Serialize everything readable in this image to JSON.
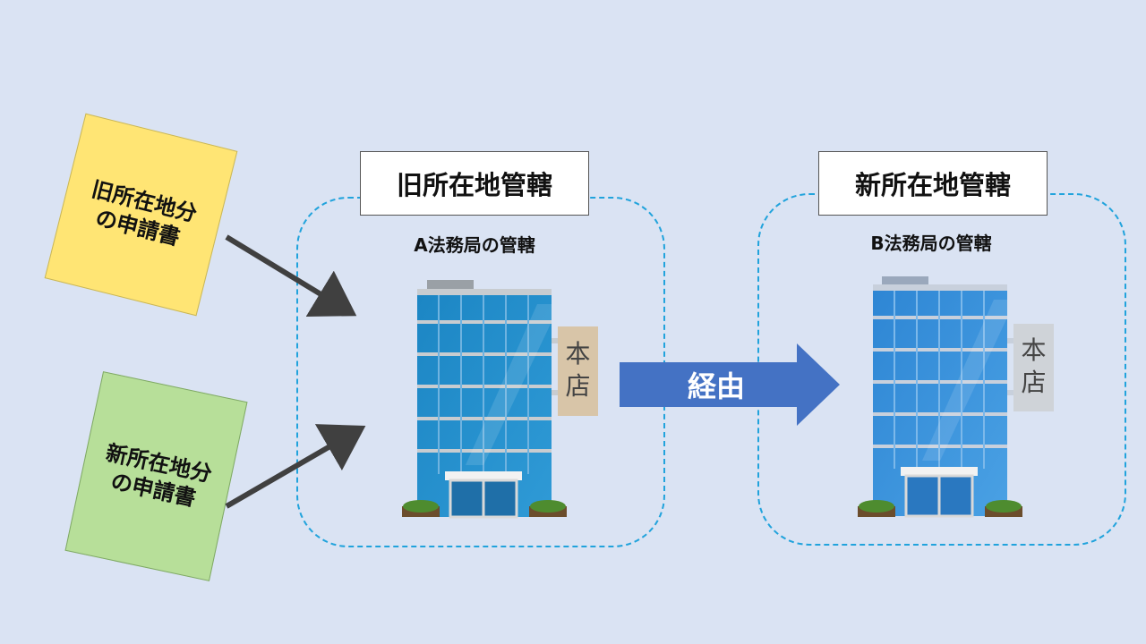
{
  "documents": {
    "old": {
      "line1": "旧所在地分",
      "line2": "の申請書",
      "color": "#ffe574"
    },
    "new": {
      "line1": "新所在地分",
      "line2": "の申請書",
      "color": "#b7df99"
    }
  },
  "jurisdictions": {
    "old": {
      "title": "旧所在地管轄",
      "bureau": "A法務局の管轄"
    },
    "new": {
      "title": "新所在地管轄",
      "bureau": "B法務局の管轄"
    }
  },
  "buildings": {
    "old": {
      "sign": [
        "本",
        "店"
      ]
    },
    "new": {
      "sign": [
        "本",
        "店"
      ]
    }
  },
  "transfer_arrow": {
    "label": "経由",
    "color": "#4472c4"
  },
  "colors": {
    "background": "#dae3f3",
    "region_border": "#21a3dc",
    "doc_arrow": "#404040"
  }
}
